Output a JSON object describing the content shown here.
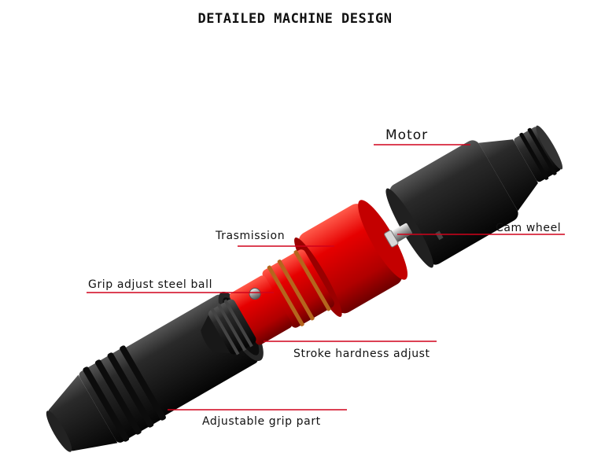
{
  "title": "DETAILED MACHINE DESIGN",
  "labels": {
    "motor": "Motor",
    "cam_wheel": "Cam wheel",
    "transmission": "Trasmission",
    "grip_ball": "Grip adjust steel ball",
    "stroke": "Stroke hardness adjust",
    "grip_part": "Adjustable grip part"
  },
  "colors": {
    "leader_line": "#d0021b",
    "body_dark": "#1c1c1c",
    "body_red": "#d40000"
  }
}
